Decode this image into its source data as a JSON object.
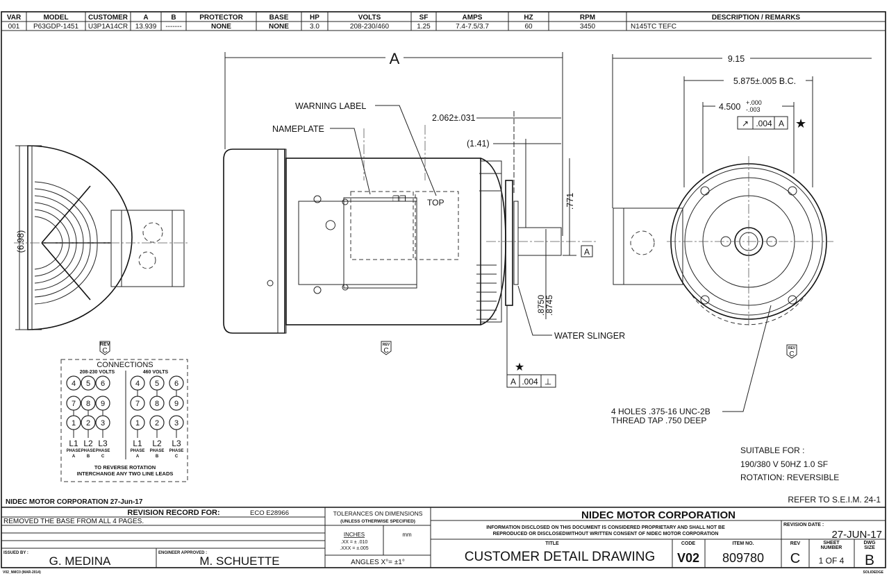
{
  "header_table": {
    "columns": [
      "VAR",
      "MODEL",
      "CUSTOMER",
      "A",
      "B",
      "PROTECTOR",
      "BASE",
      "HP",
      "VOLTS",
      "SF",
      "AMPS",
      "HZ",
      "RPM",
      "DESCRIPTION / REMARKS"
    ],
    "row": [
      "001",
      "P63GDP-1451",
      "U3P1A14CR",
      "13.939",
      "-------",
      "NONE",
      "NONE",
      "3.0",
      "208-230/460",
      "1.25",
      "7.4-7.5/3.7",
      "60",
      "3450",
      "N145TC TEFC"
    ]
  },
  "side_view": {
    "dim_a": "A",
    "warning_label": "WARNING LABEL",
    "nameplate": "NAMEPLATE",
    "dim_2062": "2.062±.031",
    "dim_141": "(1.41)",
    "dim_771": ".771",
    "dim_shaft": [
      ".8750",
      ".8745"
    ],
    "datum": "A",
    "top_label": "TOP",
    "water_slinger": "WATER SLINGER",
    "fcf": {
      "datum": "A",
      "tol": ".004",
      "symbol": "⊥"
    },
    "star": "★",
    "rev": "REV",
    "rev_letter": "C"
  },
  "rear_view": {
    "dim_698": "(6.98)",
    "rev": "REV",
    "rev_letter": "C"
  },
  "front_view": {
    "dim_915": "9.15",
    "dim_bc": "5.875±.005 B.C.",
    "dim_4500": "4.500",
    "tol_plus": "+.000",
    "tol_minus": "-.003",
    "fcf": {
      "symbol": "↗",
      "tol": ".004",
      "datum": "A"
    },
    "star": "★",
    "holes_note": [
      "4 HOLES .375-16 UNC-2B",
      "THREAD TAP .750 DEEP"
    ],
    "rev": "REV",
    "rev_letter": "C"
  },
  "connections": {
    "title": "CONNECTIONS",
    "low_volts": "208-230 VOLTS",
    "high_volts": "460 VOLTS",
    "terminals": [
      [
        "4",
        "5",
        "6"
      ],
      [
        "7",
        "8",
        "9"
      ],
      [
        "1",
        "2",
        "3"
      ]
    ],
    "lines": [
      "L1",
      "L2",
      "L3"
    ],
    "phase": "PHASE",
    "phase_letters": [
      "A",
      "B",
      "C"
    ],
    "note": [
      "TO REVERSE ROTATION",
      "INTERCHANGE ANY TWO LINE LEADS"
    ]
  },
  "suitable": {
    "title": "SUITABLE FOR :",
    "line1": "190/380 V 50HZ 1.0 SF",
    "line2": "ROTATION:  REVERSIBLE"
  },
  "refer": "REFER TO S.E.I.M. 24-1",
  "footer_company_date": "NIDEC MOTOR CORPORATION 27-Jun-17",
  "title_block": {
    "revision_record": "REVISION RECORD FOR:",
    "eco": "ECO E28966",
    "revision_note": "REMOVED THE BASE FROM ALL 4 PAGES.",
    "issued_by_label": "ISSUED BY :",
    "issued_by": "G. MEDINA",
    "engineer_label": "ENGINEER APPROVED :",
    "engineer": "M. SCHUETTE",
    "tolerances_title": "TOLERANCES ON DIMENSIONS",
    "tolerances_sub": "(UNLESS OTHERWISE SPECIFIED)",
    "inches": "INCHES",
    "tol_xx": ".XX = ± .010",
    "tol_xxx": ".XXX = ±.005",
    "mm": "mm",
    "angles": "ANGLES  X°= ±1°",
    "company": "NIDEC MOTOR CORPORATION",
    "disclaimer1": "INFORMATION DISCLOSED ON THIS DOCUMENT IS CONSIDERED PROPRIETARY AND SHALL NOT BE",
    "disclaimer2": "REPRODUCED OR DISCLOSEDWITHOUT WRITTEN CONSENT OF NIDEC MOTOR CORPORATION",
    "revision_date_label": "REVISION DATE :",
    "revision_date": "27-JUN-17",
    "title_label": "TITLE",
    "title": "CUSTOMER  DETAIL  DRAWING",
    "code_label": "CODE",
    "code": "V02",
    "item_label": "ITEM NO.",
    "item": "809780",
    "rev_label": "REV",
    "rev": "C",
    "sheet_label1": "SHEET",
    "sheet_label2": "NUMBER",
    "sheet": "1  OF  4",
    "dwg_label1": "DWG",
    "dwg_label2": "SIZE",
    "dwg": "B",
    "form_code": "V02_NMC0 (MAR-2014)",
    "cad": "SOLIDEDGE"
  }
}
